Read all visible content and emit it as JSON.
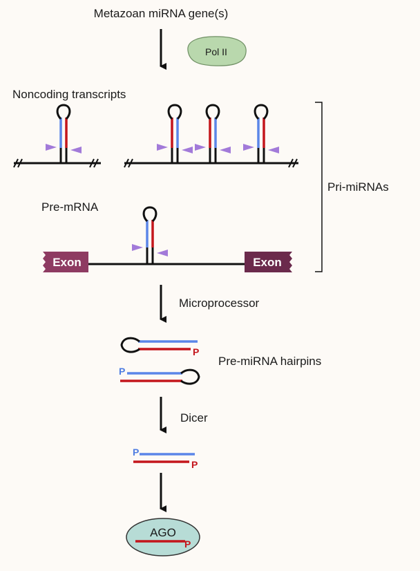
{
  "title": "Metazoan miRNA gene(s)",
  "pol": "Pol II",
  "noncoding": "Noncoding transcripts",
  "premrna": "Pre-mRNA",
  "exon_left": "Exon",
  "exon_right": "Exon",
  "primirnas": "Pri-miRNAs",
  "microprocessor": "Microprocessor",
  "premirna": "Pre-miRNA hairpins",
  "dicer": "Dicer",
  "ago": "AGO",
  "phosphate": "P",
  "colors": {
    "guide_strand": "#c4161c",
    "passenger_strand": "#5b86e8",
    "cleavage_site": "#a27ad9",
    "pol_ii": "#b9d8ad",
    "ago": "#b7dcd6",
    "exon": "#8e3b62"
  }
}
